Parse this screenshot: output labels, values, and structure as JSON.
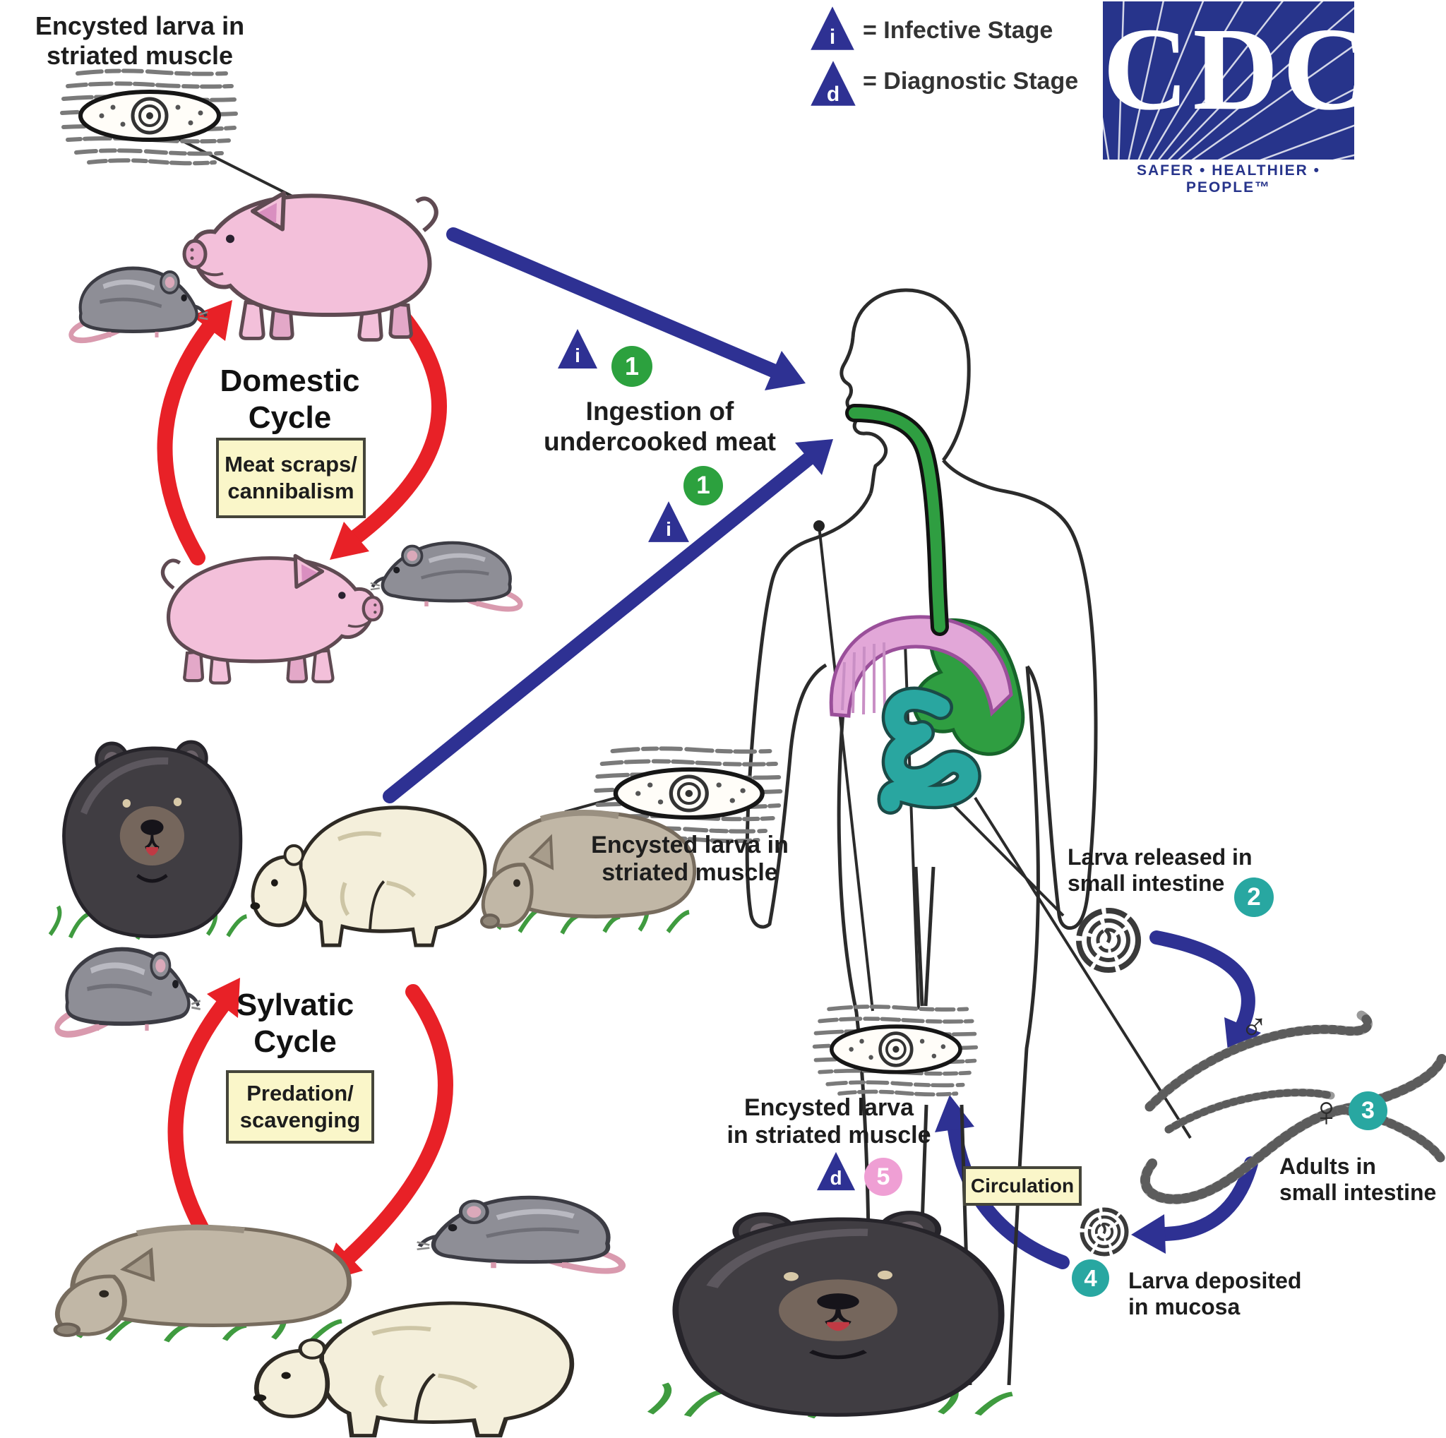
{
  "colors": {
    "arrow_blue": "#2e3193",
    "arrow_red": "#e82127",
    "step_green": "#2ca13e",
    "step_teal": "#28a7a1",
    "step_pink": "#ef9fd4",
    "box_yellow": "#faf6c9",
    "cdc_blue": "#27348b",
    "organ_green": "#2f9e41",
    "organ_teal": "#29a6a0",
    "organ_pink": "#e2a7d8"
  },
  "legend": {
    "infective_symbol": "i",
    "infective_label": "= Infective Stage",
    "diagnostic_symbol": "d",
    "diagnostic_label": "= Diagnostic Stage"
  },
  "logo": {
    "name": "CDC",
    "tagline": "SAFER • HEALTHIER • PEOPLE™"
  },
  "domestic": {
    "title": "Domestic\nCycle",
    "box_label": "Meat scraps/\ncannibalism"
  },
  "sylvatic": {
    "title": "Sylvatic\nCycle",
    "box_label": "Predation/\nscavenging"
  },
  "labels": {
    "encysted_top": "Encysted larva in\nstriated muscle",
    "encysted_sylvatic": "Encysted larva in\nstriated muscle",
    "encysted_human": "Encysted larva\nin striated muscle",
    "ingestion": "Ingestion of\nundercooked meat",
    "larva_released": "Larva released in\nsmall intestine",
    "adults": "Adults in\nsmall intestine",
    "larva_deposited": "Larva deposited\nin mucosa",
    "circulation": "Circulation"
  },
  "steps": {
    "s1": "1",
    "s2": "2",
    "s3": "3",
    "s4": "4",
    "s5": "5"
  },
  "symbols": {
    "male": "♂",
    "female": "♀"
  }
}
